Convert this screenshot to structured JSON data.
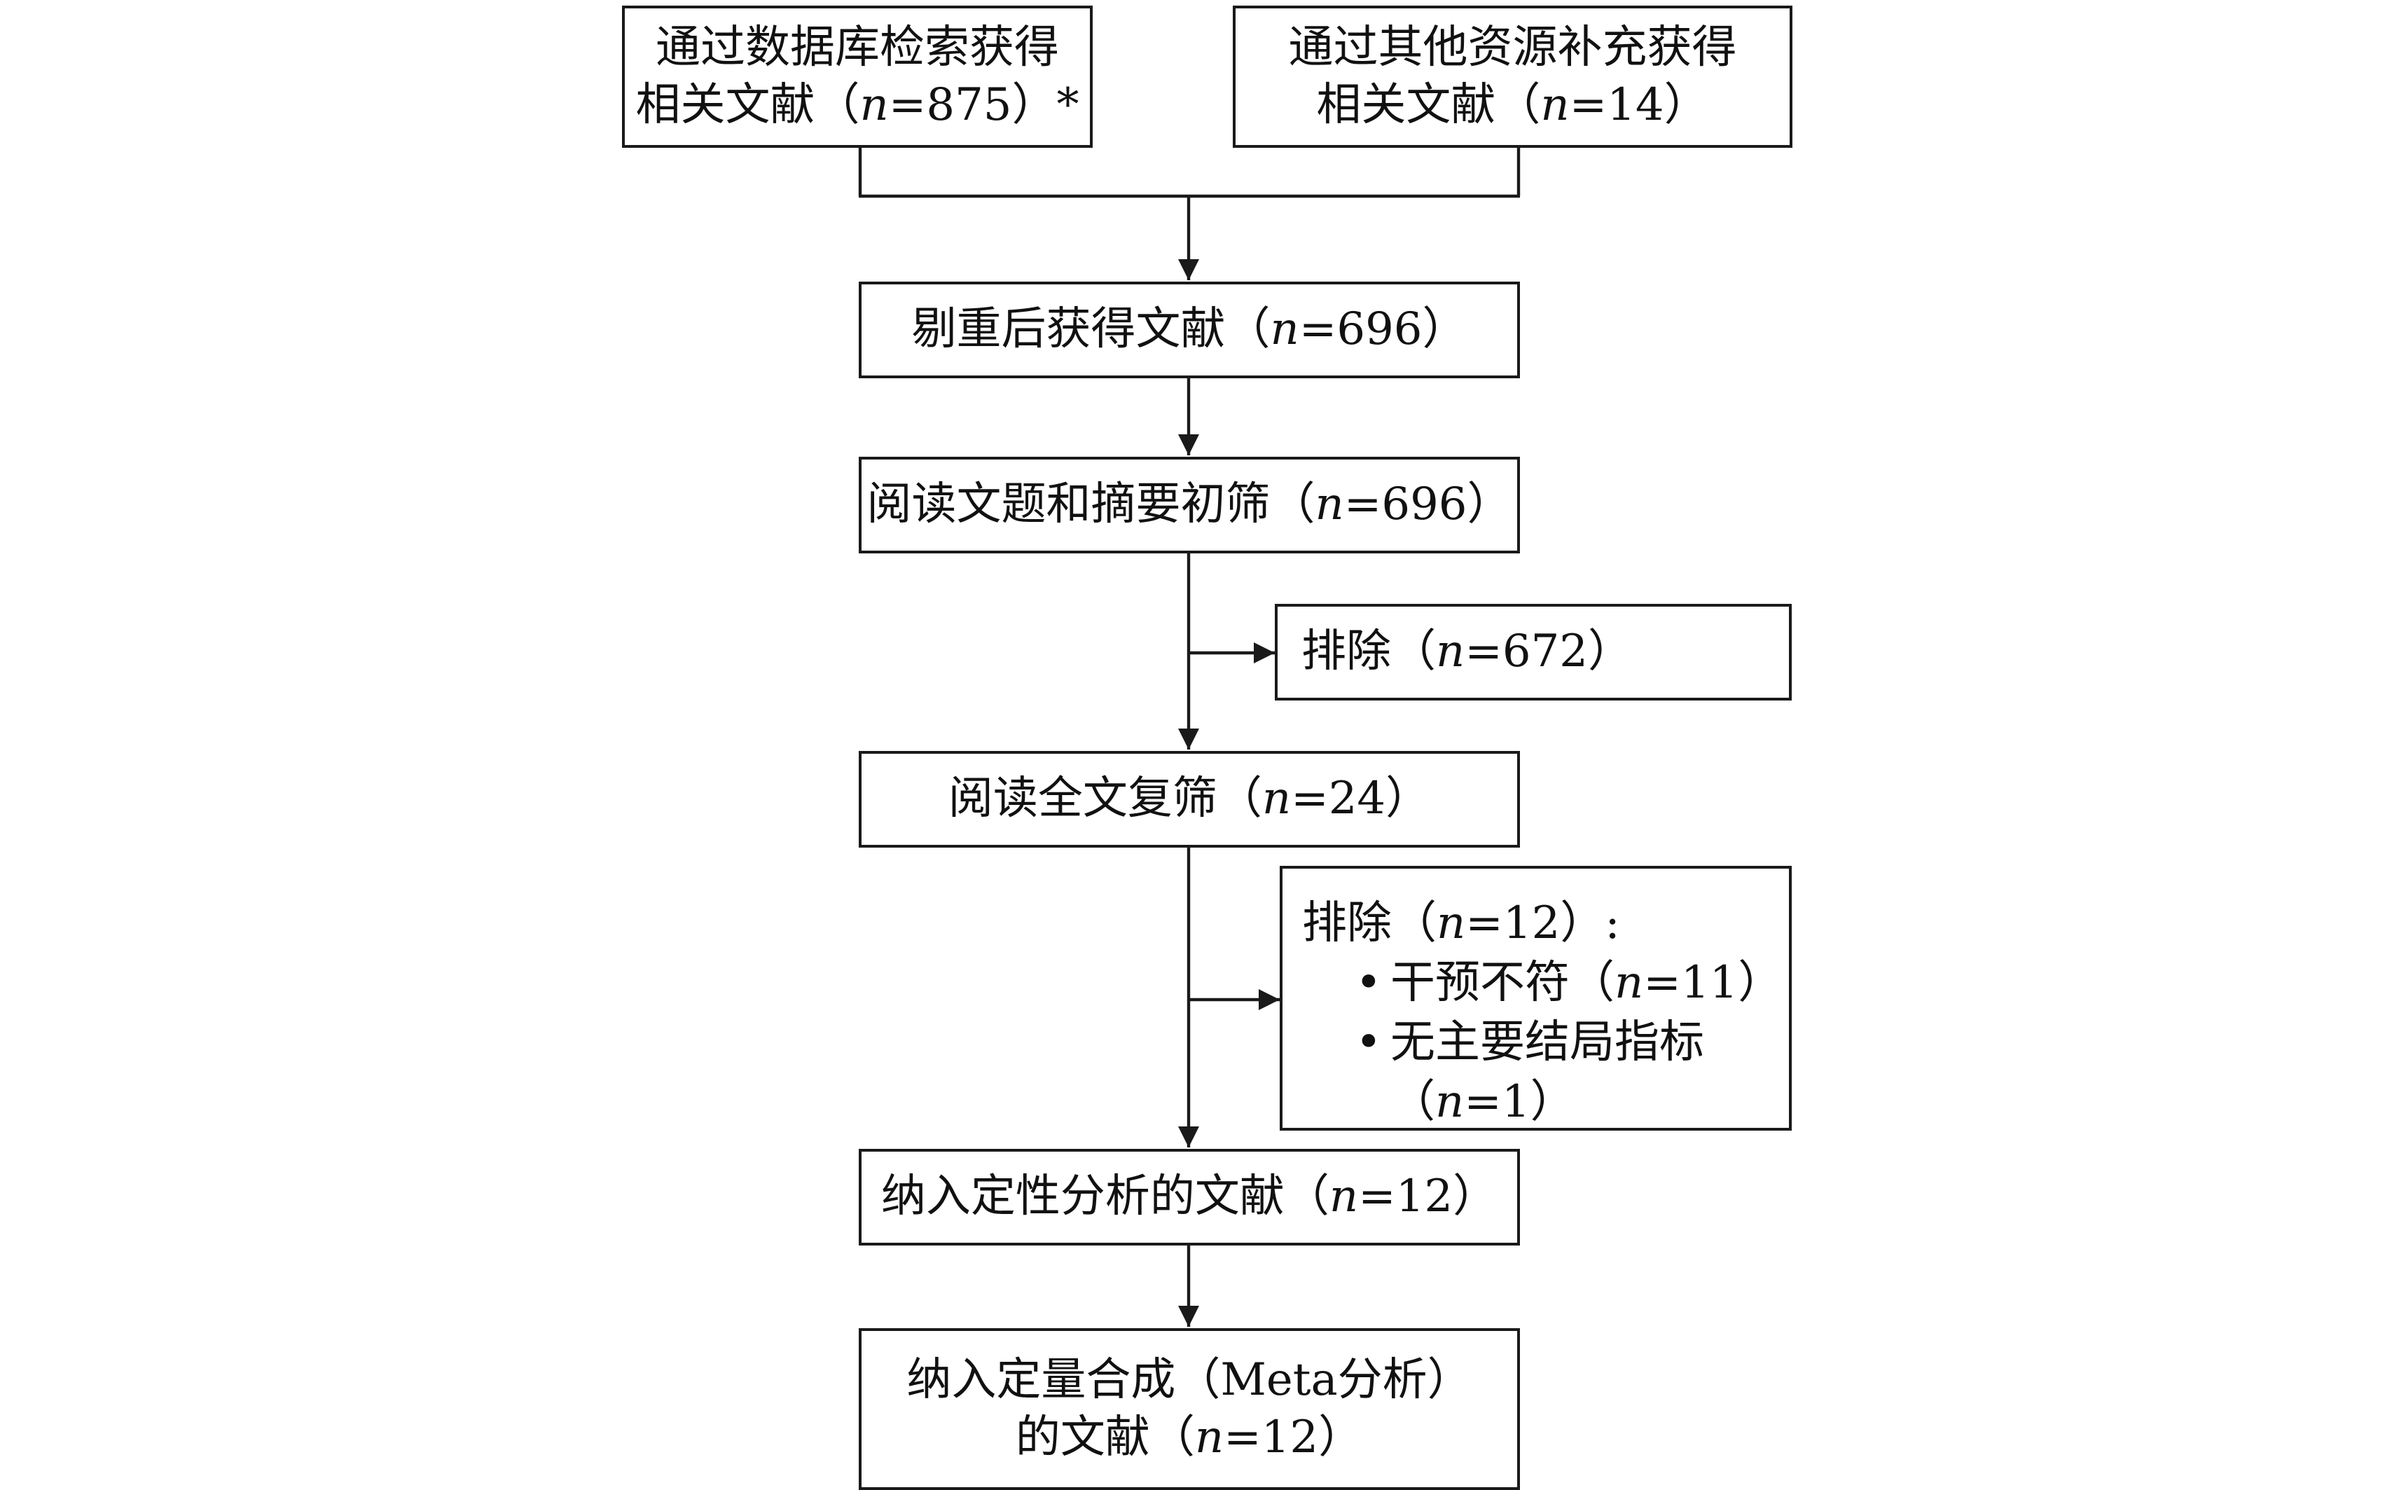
{
  "diagram": {
    "identification": {
      "database": {
        "line1": "通过数据库检索获得",
        "line2_prefix": "相关文献（",
        "n_symbol": "n",
        "line2_value": "=875）*"
      },
      "other_sources": {
        "line1": "通过其他资源补充获得",
        "line2_prefix": "相关文献（",
        "n_symbol": "n",
        "line2_value": "=14）"
      }
    },
    "after_dedup": {
      "prefix": "剔重后获得文献（",
      "n_symbol": "n",
      "value": "=696）"
    },
    "title_abstract_screen": {
      "prefix": "阅读文题和摘要初筛（",
      "n_symbol": "n",
      "value": "=696）"
    },
    "excluded_first": {
      "prefix": "排除（",
      "n_symbol": "n",
      "value": "=672）"
    },
    "fulltext_screen": {
      "prefix": "阅读全文复筛（",
      "n_symbol": "n",
      "value": "=24）"
    },
    "excluded_second": {
      "prefix": "排除（",
      "n_symbol": "n",
      "value": "=12）:",
      "reasons": [
        {
          "bullet": "•",
          "text": "干预不符（",
          "n_symbol": "n",
          "value": "=11）"
        },
        {
          "bullet": "•",
          "text": "无主要结局指标",
          "cont_prefix": "（",
          "n_symbol": "n",
          "value": "=1）"
        }
      ]
    },
    "qualitative": {
      "prefix": "纳入定性分析的文献（",
      "n_symbol": "n",
      "value": "=12）"
    },
    "quantitative": {
      "line1": "纳入定量合成（Meta分析）",
      "line2_prefix": "的文献（",
      "n_symbol": "n",
      "line2_value": "=12）"
    }
  }
}
